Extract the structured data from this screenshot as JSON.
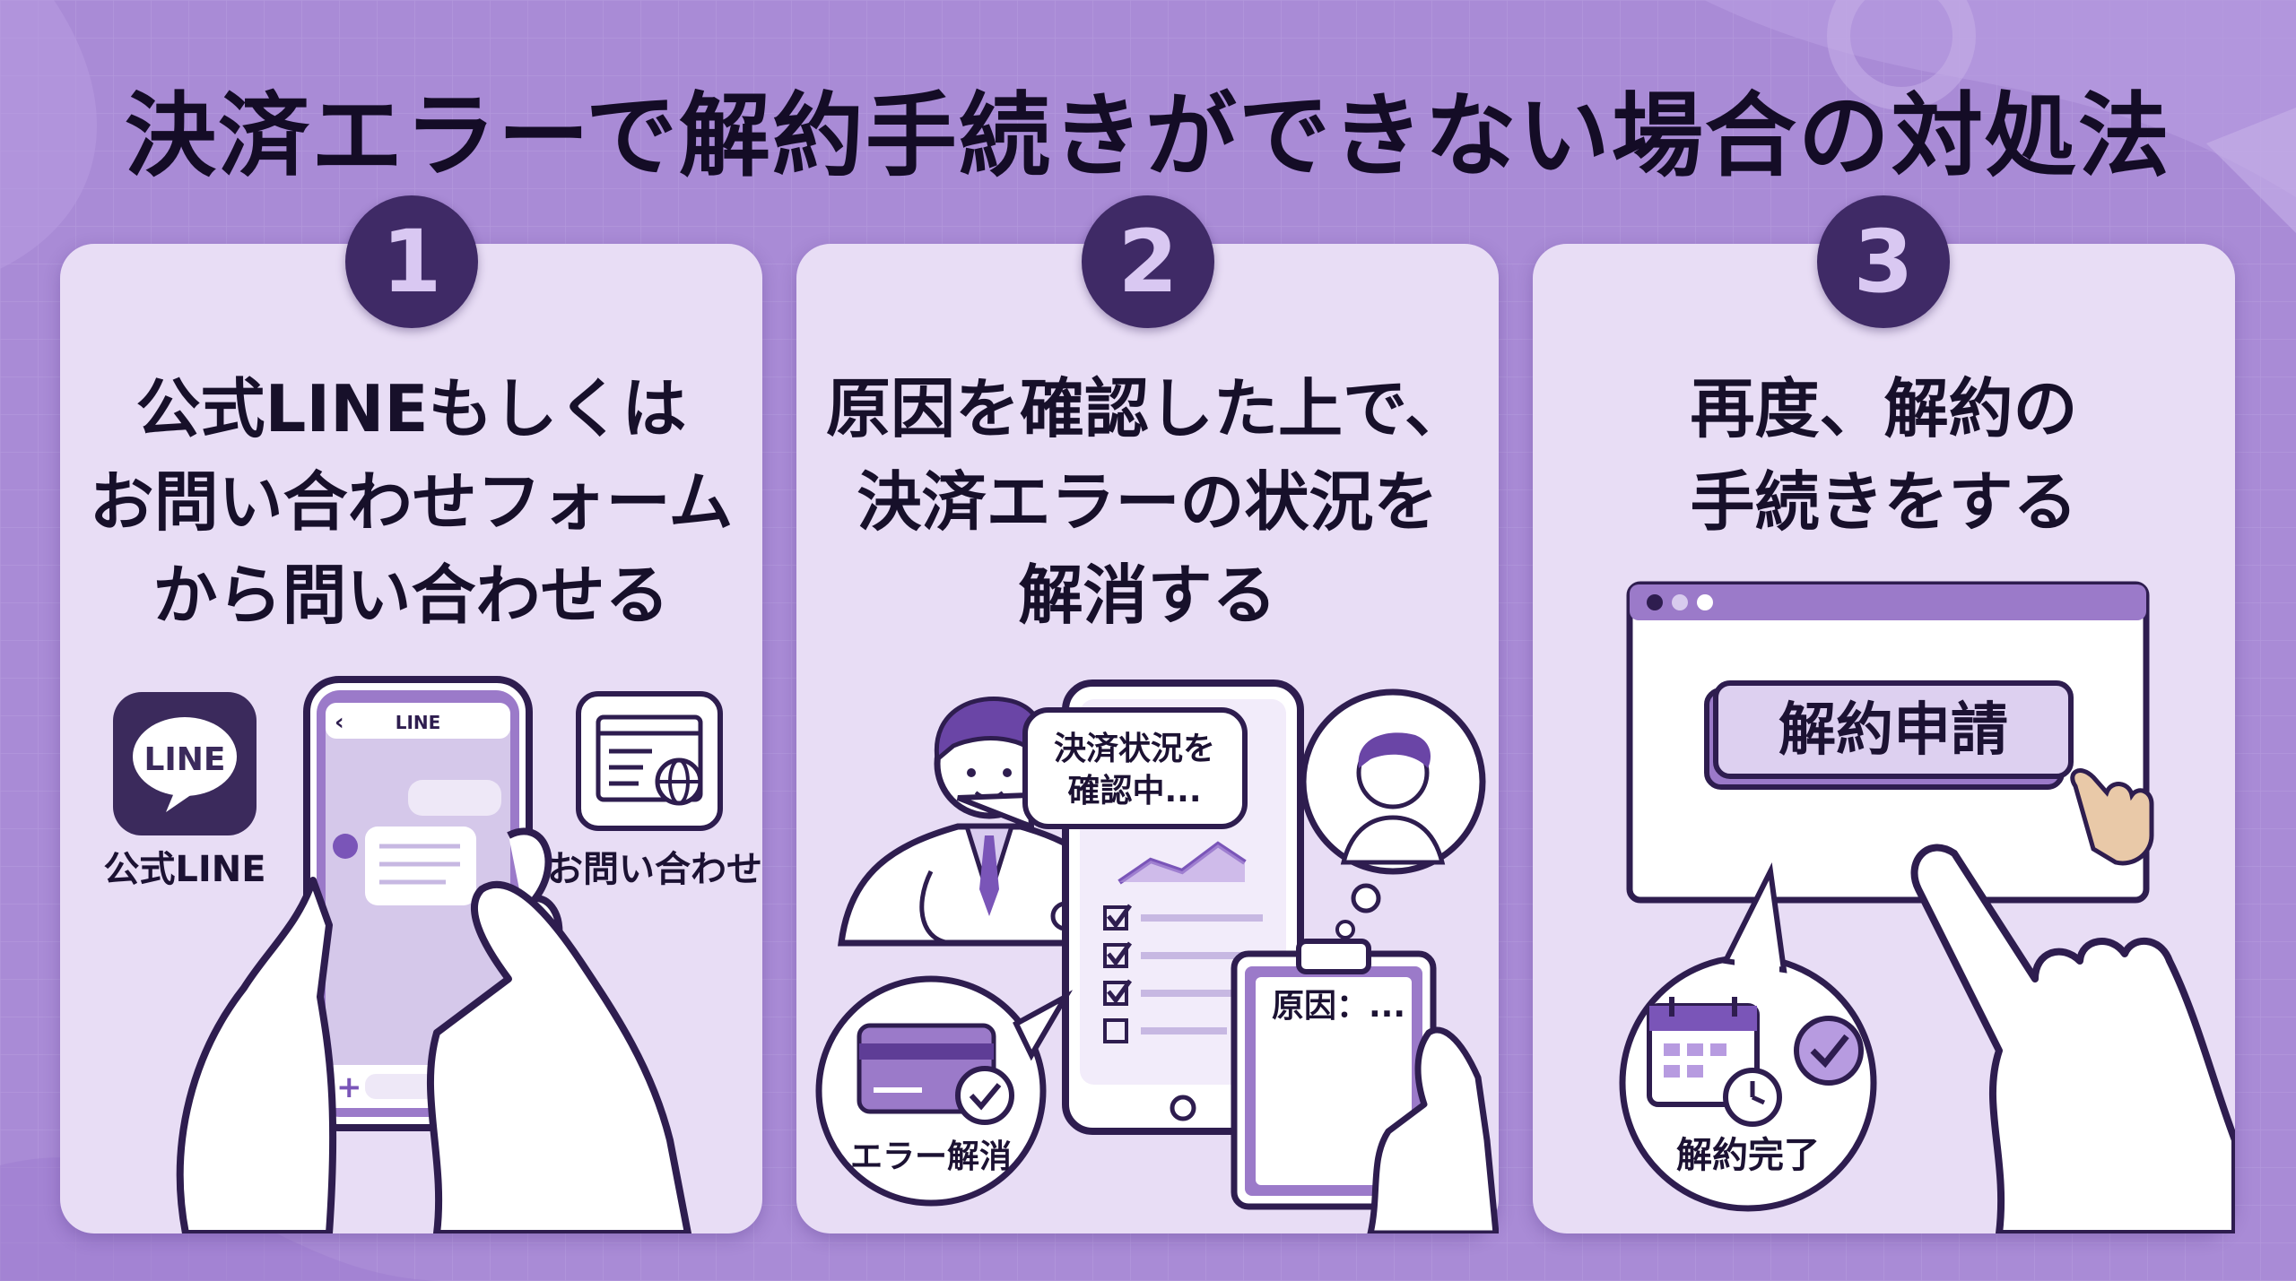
{
  "title": "決済エラーで解約手続きができない場合の対処法",
  "colors": {
    "background": "#a98bd6",
    "card": "#e8ddf5",
    "badge": "#3f2a66",
    "accent": "#7a55b8",
    "outline": "#2e1d4f"
  },
  "steps": [
    {
      "number": "1",
      "lines": [
        "公式LINEもしくは",
        "お問い合わせフォーム",
        "から問い合わせる"
      ],
      "illustration": {
        "line_logo_text": "LINE",
        "line_label": "公式LINE",
        "phone_header": "LINE",
        "back_icon": "‹",
        "plus_icon": "+",
        "form_label": "お問い合わせ",
        "icons": [
          "line-app-icon",
          "smartphone-icon",
          "web-form-icon",
          "hand-icon"
        ]
      }
    },
    {
      "number": "2",
      "lines": [
        "原因を確認した上で、",
        "決済エラーの状況を",
        "解消する"
      ],
      "illustration": {
        "speech_line1": "決済状況を",
        "speech_line2": "確認中...",
        "clipboard_text": "原因：...",
        "card_label": "エラー解消",
        "icons": [
          "doctor-icon",
          "chart-icon",
          "checklist-icon",
          "clipboard-icon",
          "credit-card-icon",
          "check-icon",
          "hand-icon"
        ]
      }
    },
    {
      "number": "3",
      "lines": [
        "再度、解約の",
        "手続きをする"
      ],
      "illustration": {
        "button_label": "解約申請",
        "complete_label": "解約完了",
        "icons": [
          "browser-window-icon",
          "pointer-hand-icon",
          "calendar-icon",
          "clock-icon",
          "check-icon"
        ]
      }
    }
  ]
}
